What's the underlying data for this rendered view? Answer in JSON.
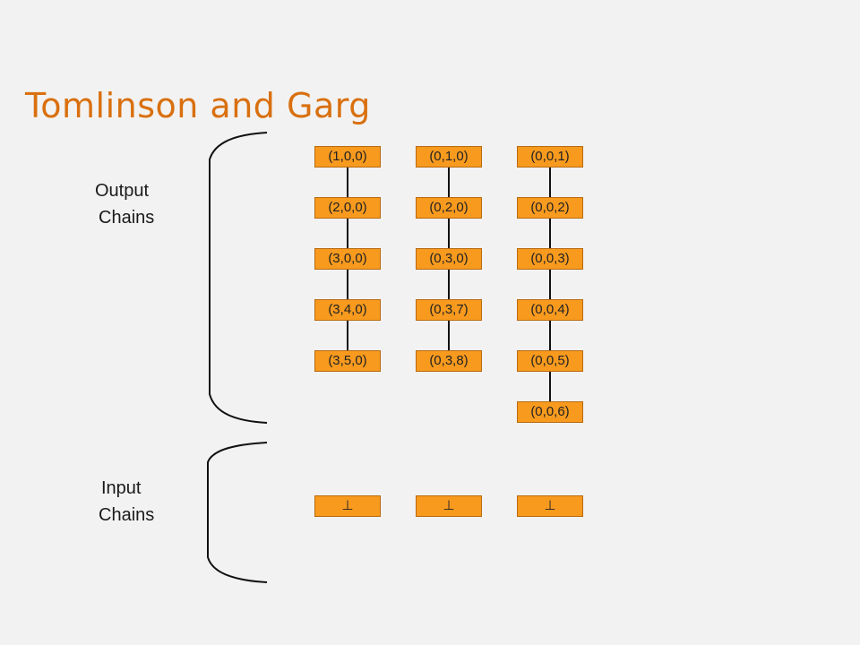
{
  "title": "Tomlinson and Garg",
  "output_label": {
    "line1": "Output",
    "line2": "Chains"
  },
  "input_label": {
    "line1": "Input",
    "line2": "Chains"
  },
  "output_chains": [
    [
      "(1,0,0)",
      "(2,0,0)",
      "(3,0,0)",
      "(3,4,0)",
      "(3,5,0)"
    ],
    [
      "(0,1,0)",
      "(0,2,0)",
      "(0,3,0)",
      "(0,3,7)",
      "(0,3,8)"
    ],
    [
      "(0,0,1)",
      "(0,0,2)",
      "(0,0,3)",
      "(0,0,4)",
      "(0,0,5)",
      "(0,0,6)"
    ]
  ],
  "input_chains": [
    "⊥",
    "⊥",
    "⊥"
  ],
  "colors": {
    "node_fill": "#f79a1e",
    "title": "#d9700f"
  }
}
